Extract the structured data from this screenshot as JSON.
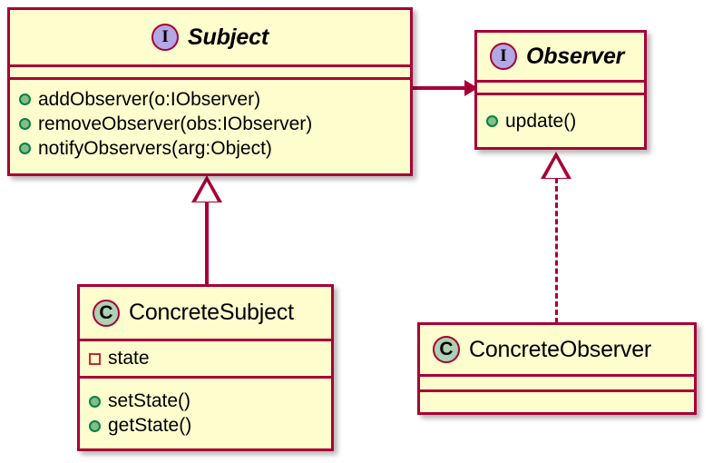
{
  "diagram": {
    "title": "Observer pattern UML class diagram",
    "colors": {
      "box_fill": "#FDFDCE",
      "box_border": "#A80036",
      "interface_badge_fill": "#B4A7E5",
      "class_badge_fill": "#ADD1B2",
      "public_marker_fill": "#84BE84",
      "public_marker_border": "#038048",
      "private_marker_border": "#C82930",
      "page_background": "#FFFFFF"
    },
    "classes": [
      {
        "id": "subject",
        "name": "Subject",
        "stereotype": "interface",
        "badge_letter": "I",
        "attributes": [],
        "methods": [
          {
            "visibility": "public",
            "label": "addObserver(o:IObserver)"
          },
          {
            "visibility": "public",
            "label": "removeObserver(obs:IObserver)"
          },
          {
            "visibility": "public",
            "label": "notifyObservers(arg:Object)"
          }
        ]
      },
      {
        "id": "observer",
        "name": "Observer",
        "stereotype": "interface",
        "badge_letter": "I",
        "attributes": [],
        "methods": [
          {
            "visibility": "public",
            "label": "update()"
          }
        ]
      },
      {
        "id": "concrete_subject",
        "name": "ConcreteSubject",
        "stereotype": "class",
        "badge_letter": "C",
        "attributes": [
          {
            "visibility": "private",
            "label": "state"
          }
        ],
        "methods": [
          {
            "visibility": "public",
            "label": "setState()"
          },
          {
            "visibility": "public",
            "label": "getState()"
          }
        ]
      },
      {
        "id": "concrete_observer",
        "name": "ConcreteObserver",
        "stereotype": "class",
        "badge_letter": "C",
        "attributes": [],
        "methods": []
      }
    ],
    "relationships": [
      {
        "id": "subject-to-observer",
        "type": "association",
        "line_style": "solid",
        "head": "filled-arrow",
        "from": "Subject",
        "to": "Observer"
      },
      {
        "id": "concretesubject-to-subject",
        "type": "generalization",
        "line_style": "solid",
        "head": "hollow-triangle",
        "from": "ConcreteSubject",
        "to": "Subject"
      },
      {
        "id": "concreteobserver-to-observer",
        "type": "realization",
        "line_style": "dashed",
        "head": "hollow-triangle",
        "from": "ConcreteObserver",
        "to": "Observer"
      }
    ]
  }
}
